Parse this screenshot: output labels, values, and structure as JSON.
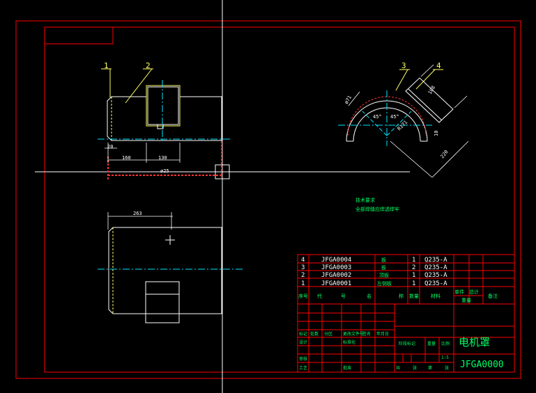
{
  "colors": {
    "background": "#000000",
    "frame": "#ff0000",
    "outline": "#ffffff",
    "part": "#ffff66",
    "center": "#00e5ff",
    "dim": "#ff3333",
    "text": "#00ff66",
    "hidden": "#ff0000"
  },
  "drawing": {
    "balloons": [
      "1",
      "2",
      "3",
      "4"
    ],
    "dims": {
      "d20": "20",
      "d160": "160",
      "d130": "130",
      "phi": "ø25",
      "d263": "263",
      "phi2": "ø71",
      "a45a": "45°",
      "a45b": "45°",
      "r": "R171",
      "d108": "108",
      "d10": "10",
      "d220": "220"
    },
    "notes": {
      "heading": "技术要求",
      "line1": "全部焊缝应焊透焊牢"
    }
  },
  "titleblock": {
    "bom": [
      {
        "no": "4",
        "code": "JFGA0004",
        "name": "板",
        "qty": "1",
        "material": "Q235-A"
      },
      {
        "no": "3",
        "code": "JFGA0003",
        "name": "板",
        "qty": "2",
        "material": "Q235-A"
      },
      {
        "no": "2",
        "code": "JFGA0002",
        "name": "顶板",
        "qty": "1",
        "material": "Q235-A"
      },
      {
        "no": "1",
        "code": "JFGA0001",
        "name": "左侧板",
        "qty": "1",
        "material": "Q235-A"
      }
    ],
    "header": {
      "no": "序号",
      "code": "代",
      "code2": "号",
      "name": "名",
      "name2": "称",
      "qty": "数量",
      "material": "材料",
      "single": "单件",
      "total": "总计",
      "weight": "重量",
      "remark": "备注"
    },
    "sign": {
      "mark": "标记",
      "count": "处数",
      "zone": "分区",
      "doc": "更改文件号",
      "sig": "签名",
      "date": "年月日",
      "design": "设计",
      "std": "标准化",
      "check": "审核",
      "process": "工艺",
      "approve": "批准",
      "stage": "阶段标记",
      "wt": "重量",
      "scale": "比例",
      "scale_val": "1:5",
      "sheets": "共",
      "sheet": "张",
      "sheet2": "第",
      "sheet3": "张"
    },
    "title": "电机罩",
    "code": "JFGA0000"
  }
}
